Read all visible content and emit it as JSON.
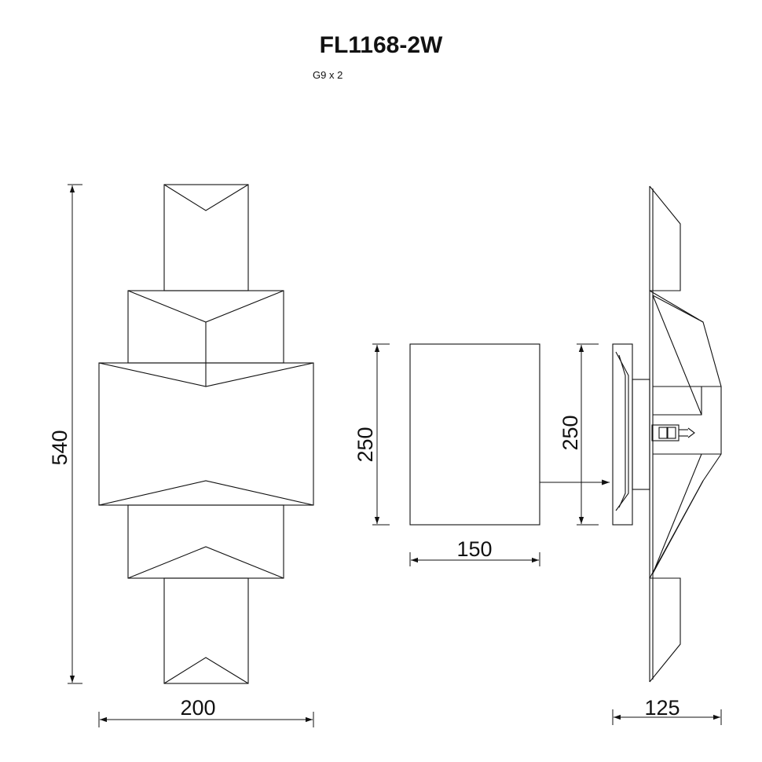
{
  "header": {
    "model": "FL1168-2W",
    "lamp": "G9 x 2"
  },
  "dimensions": {
    "front_height": "540",
    "front_width": "200",
    "plate_height": "250",
    "plate_width": "150",
    "side_height": "250",
    "side_depth": "125"
  }
}
